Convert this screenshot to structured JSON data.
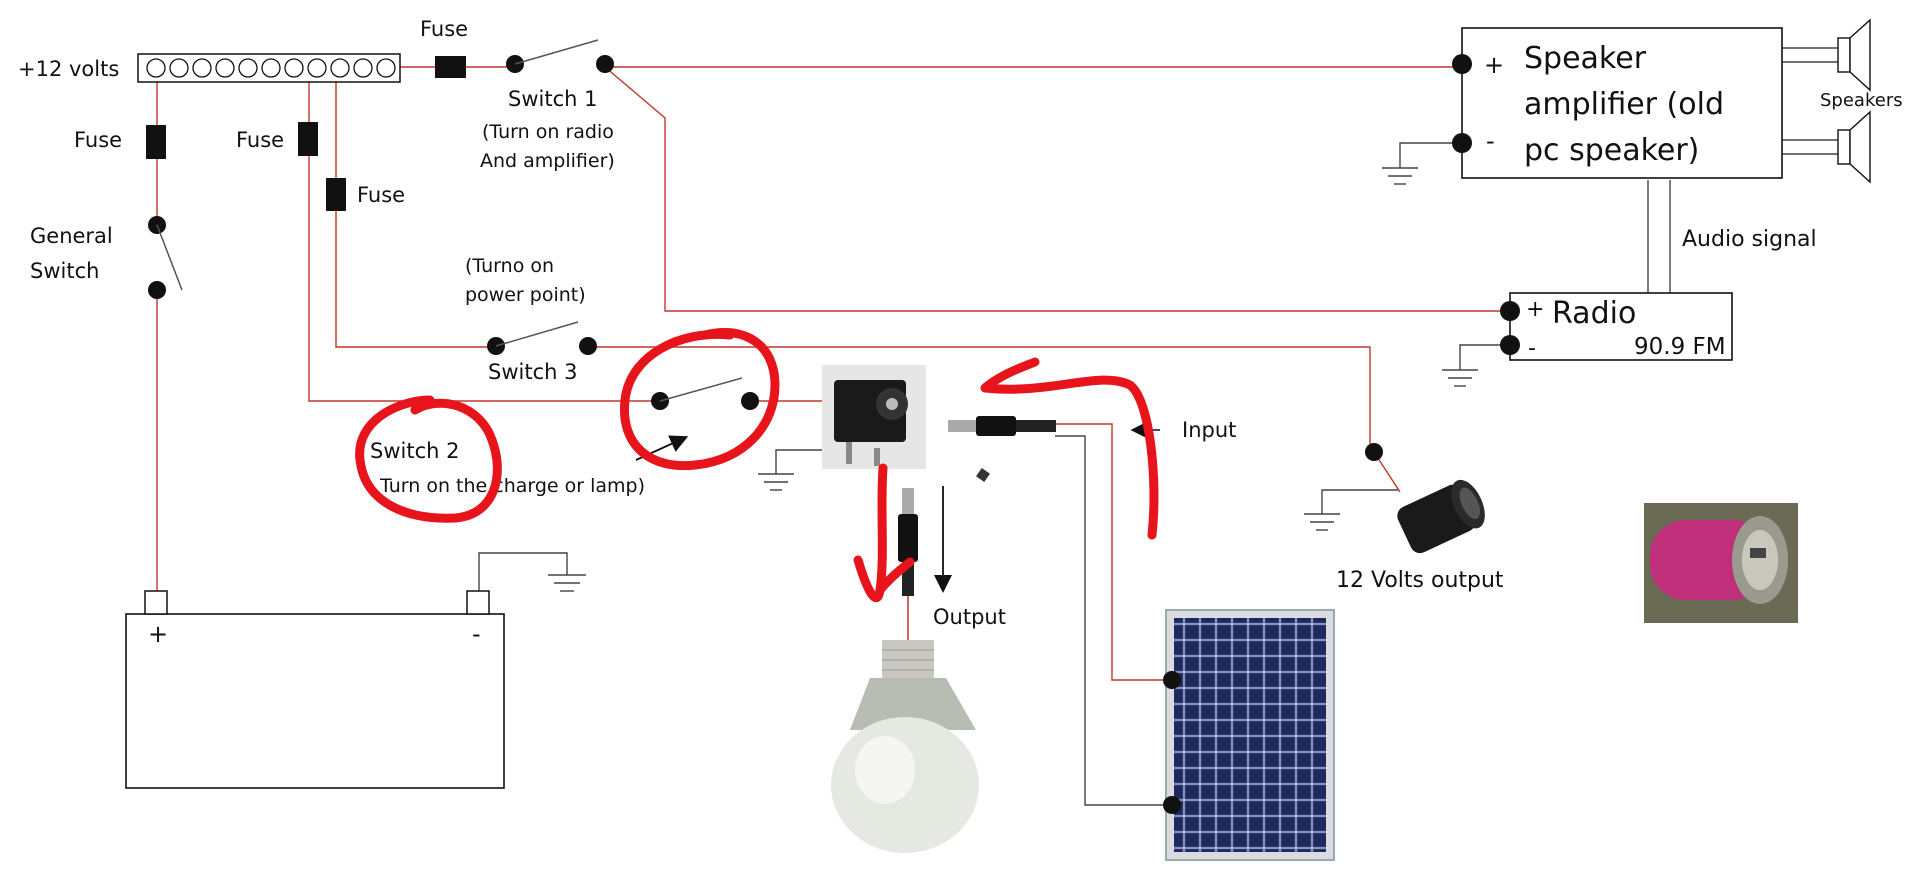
{
  "labels": {
    "bus": "+12 volts",
    "fuse_top": "Fuse",
    "fuse_left": "Fuse",
    "fuse_mid": "Fuse",
    "fuse_right": "Fuse",
    "general_switch_1": "General",
    "general_switch_2": "Switch",
    "switch1": "Switch 1",
    "switch1_desc_1": "(Turn on radio",
    "switch1_desc_2": "And amplifier)",
    "switch3_desc_1": "(Turno on",
    "switch3_desc_2": "power point)",
    "switch3": "Switch 3",
    "switch2": "Switch 2",
    "switch2_desc": "Turn on the charge or lamp)",
    "amp_plus": "+",
    "amp_minus": "-",
    "amp_title_1": "Speaker",
    "amp_title_2": "amplifier (old",
    "amp_title_3": "pc speaker)",
    "speakers": "Speakers",
    "audio_signal": "Audio signal",
    "radio_plus": "+",
    "radio_title": "Radio",
    "radio_minus": "-",
    "radio_freq": "90.9 FM",
    "input": "Input",
    "output": "Output",
    "twelve_volts_output": "12 Volts output",
    "battery_plus": "+",
    "battery_minus": "-"
  },
  "colors": {
    "power_wire": "#c0392b",
    "ground_wire": "#555555",
    "annotation": "#e8141b",
    "panel_cell": "#1f2a5c",
    "outlet_pink": "#c0307a"
  }
}
